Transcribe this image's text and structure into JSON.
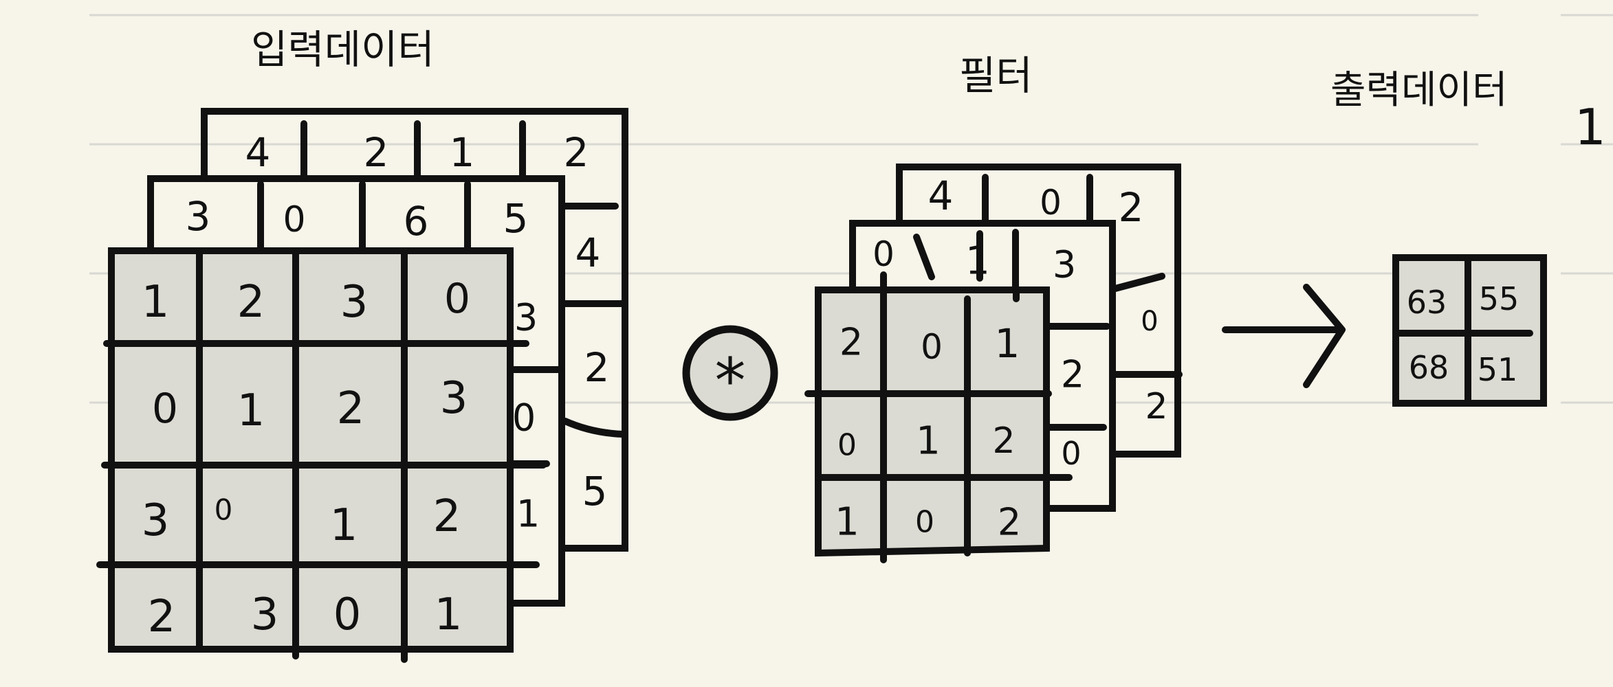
{
  "labels": {
    "input": "입력데이터",
    "filter": "필터",
    "output": "출력데이터",
    "stray_mark": "1"
  },
  "operator_symbol": "*",
  "input_channels": [
    {
      "name": "back",
      "values": [
        [
          "4",
          "2",
          "1",
          "2"
        ],
        [
          "",
          "",
          "",
          "4"
        ],
        [
          "",
          "",
          "",
          "2"
        ],
        [
          "",
          "",
          "",
          "5"
        ]
      ]
    },
    {
      "name": "middle",
      "values": [
        [
          "3",
          "0",
          "6",
          "5"
        ],
        [
          "",
          "",
          "",
          "3"
        ],
        [
          "",
          "",
          "",
          "0"
        ],
        [
          "",
          "",
          "",
          "1"
        ]
      ]
    },
    {
      "name": "front",
      "values": [
        [
          "1",
          "2",
          "3",
          "0"
        ],
        [
          "0",
          "1",
          "2",
          "3"
        ],
        [
          "3",
          "0",
          "1",
          "2"
        ],
        [
          "2",
          "3",
          "0",
          "1"
        ]
      ]
    }
  ],
  "filter_channels": [
    {
      "name": "back",
      "values": [
        [
          "4",
          "0",
          "2"
        ],
        [
          "",
          "",
          "0"
        ],
        [
          "",
          "",
          "2"
        ]
      ]
    },
    {
      "name": "middle",
      "values": [
        [
          "0",
          "1",
          "3"
        ],
        [
          "",
          "",
          "2"
        ],
        [
          "",
          "",
          "0"
        ]
      ]
    },
    {
      "name": "front",
      "values": [
        [
          "2",
          "0",
          "1"
        ],
        [
          "0",
          "1",
          "2"
        ],
        [
          "1",
          "0",
          "2"
        ]
      ]
    }
  ],
  "output": [
    [
      "63",
      "55"
    ],
    [
      "68",
      "51"
    ]
  ],
  "colors": {
    "background": "#f7f5ea",
    "ruled_line": "#d8d8d2",
    "ink": "#111111",
    "front_fill": "#dcdbd3"
  }
}
